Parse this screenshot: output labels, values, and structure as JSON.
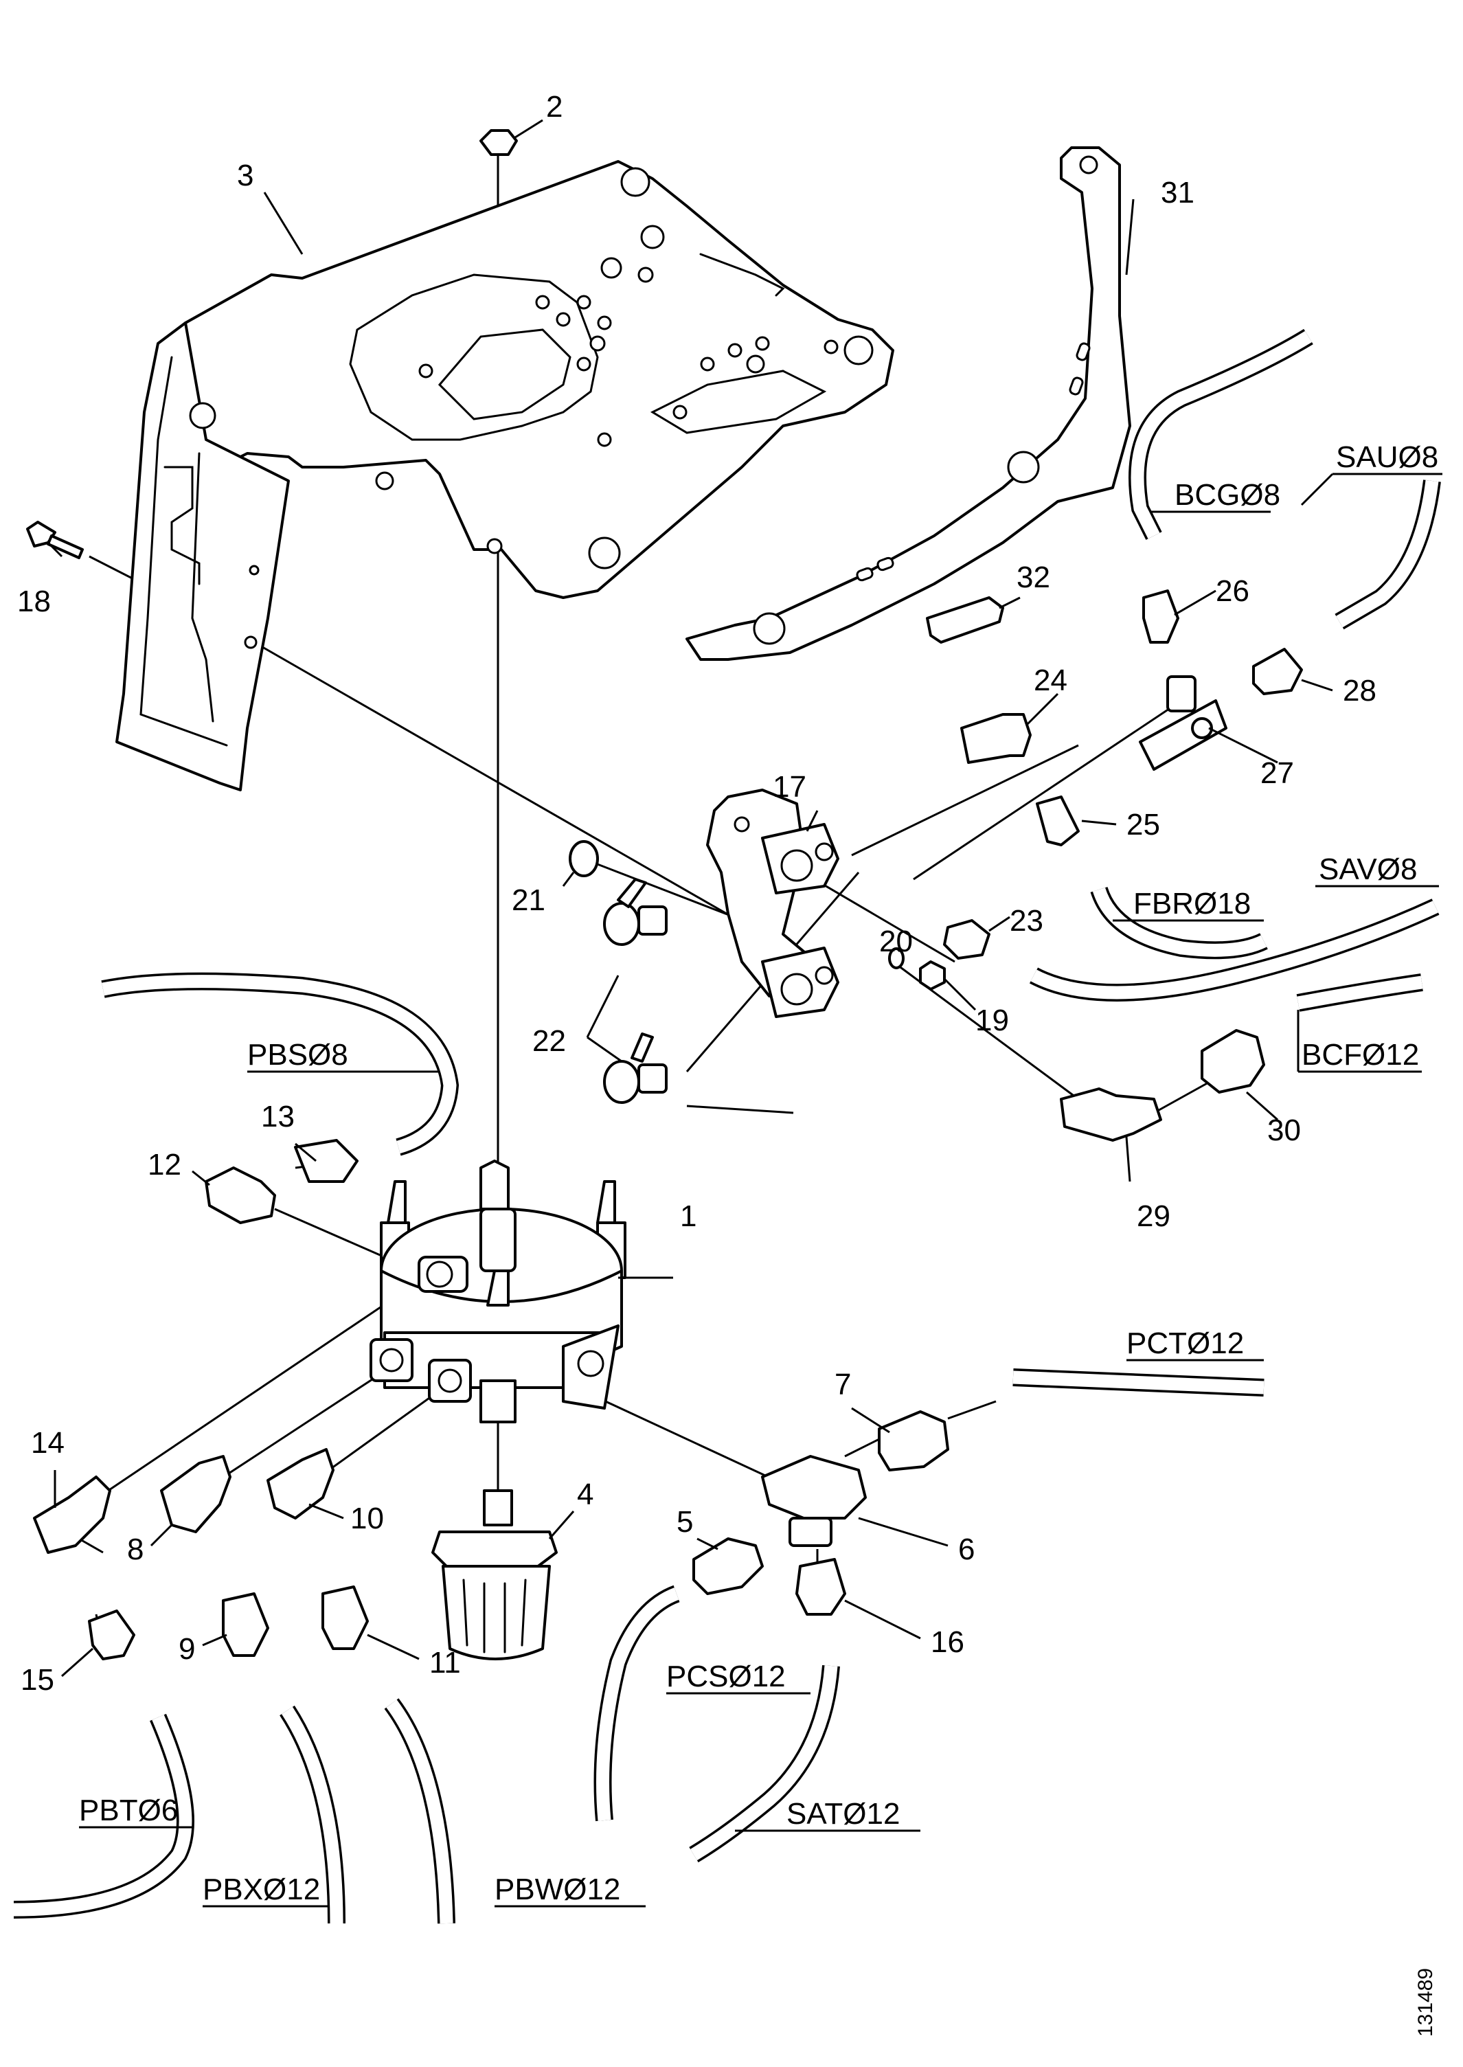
{
  "callouts": [
    "1",
    "2",
    "3",
    "4",
    "5",
    "6",
    "7",
    "8",
    "9",
    "10",
    "11",
    "12",
    "13",
    "14",
    "15",
    "16",
    "17",
    "18",
    "19",
    "20",
    "21",
    "22",
    "23",
    "24",
    "25",
    "26",
    "27",
    "28",
    "29",
    "30",
    "31",
    "32"
  ],
  "pipe_codes": {
    "bcg": "BCGØ8",
    "sau": "SAUØ8",
    "fbr": "FBRØ18",
    "sav": "SAVØ8",
    "bcf": "BCFØ12",
    "pbs": "PBSØ8",
    "pct": "PCTØ12",
    "pcs": "PCSØ12",
    "sat": "SATØ12",
    "pbt": "PBTØ6",
    "pbx": "PBXØ12",
    "pbw": "PBWØ12"
  },
  "drawing_number": "131489"
}
